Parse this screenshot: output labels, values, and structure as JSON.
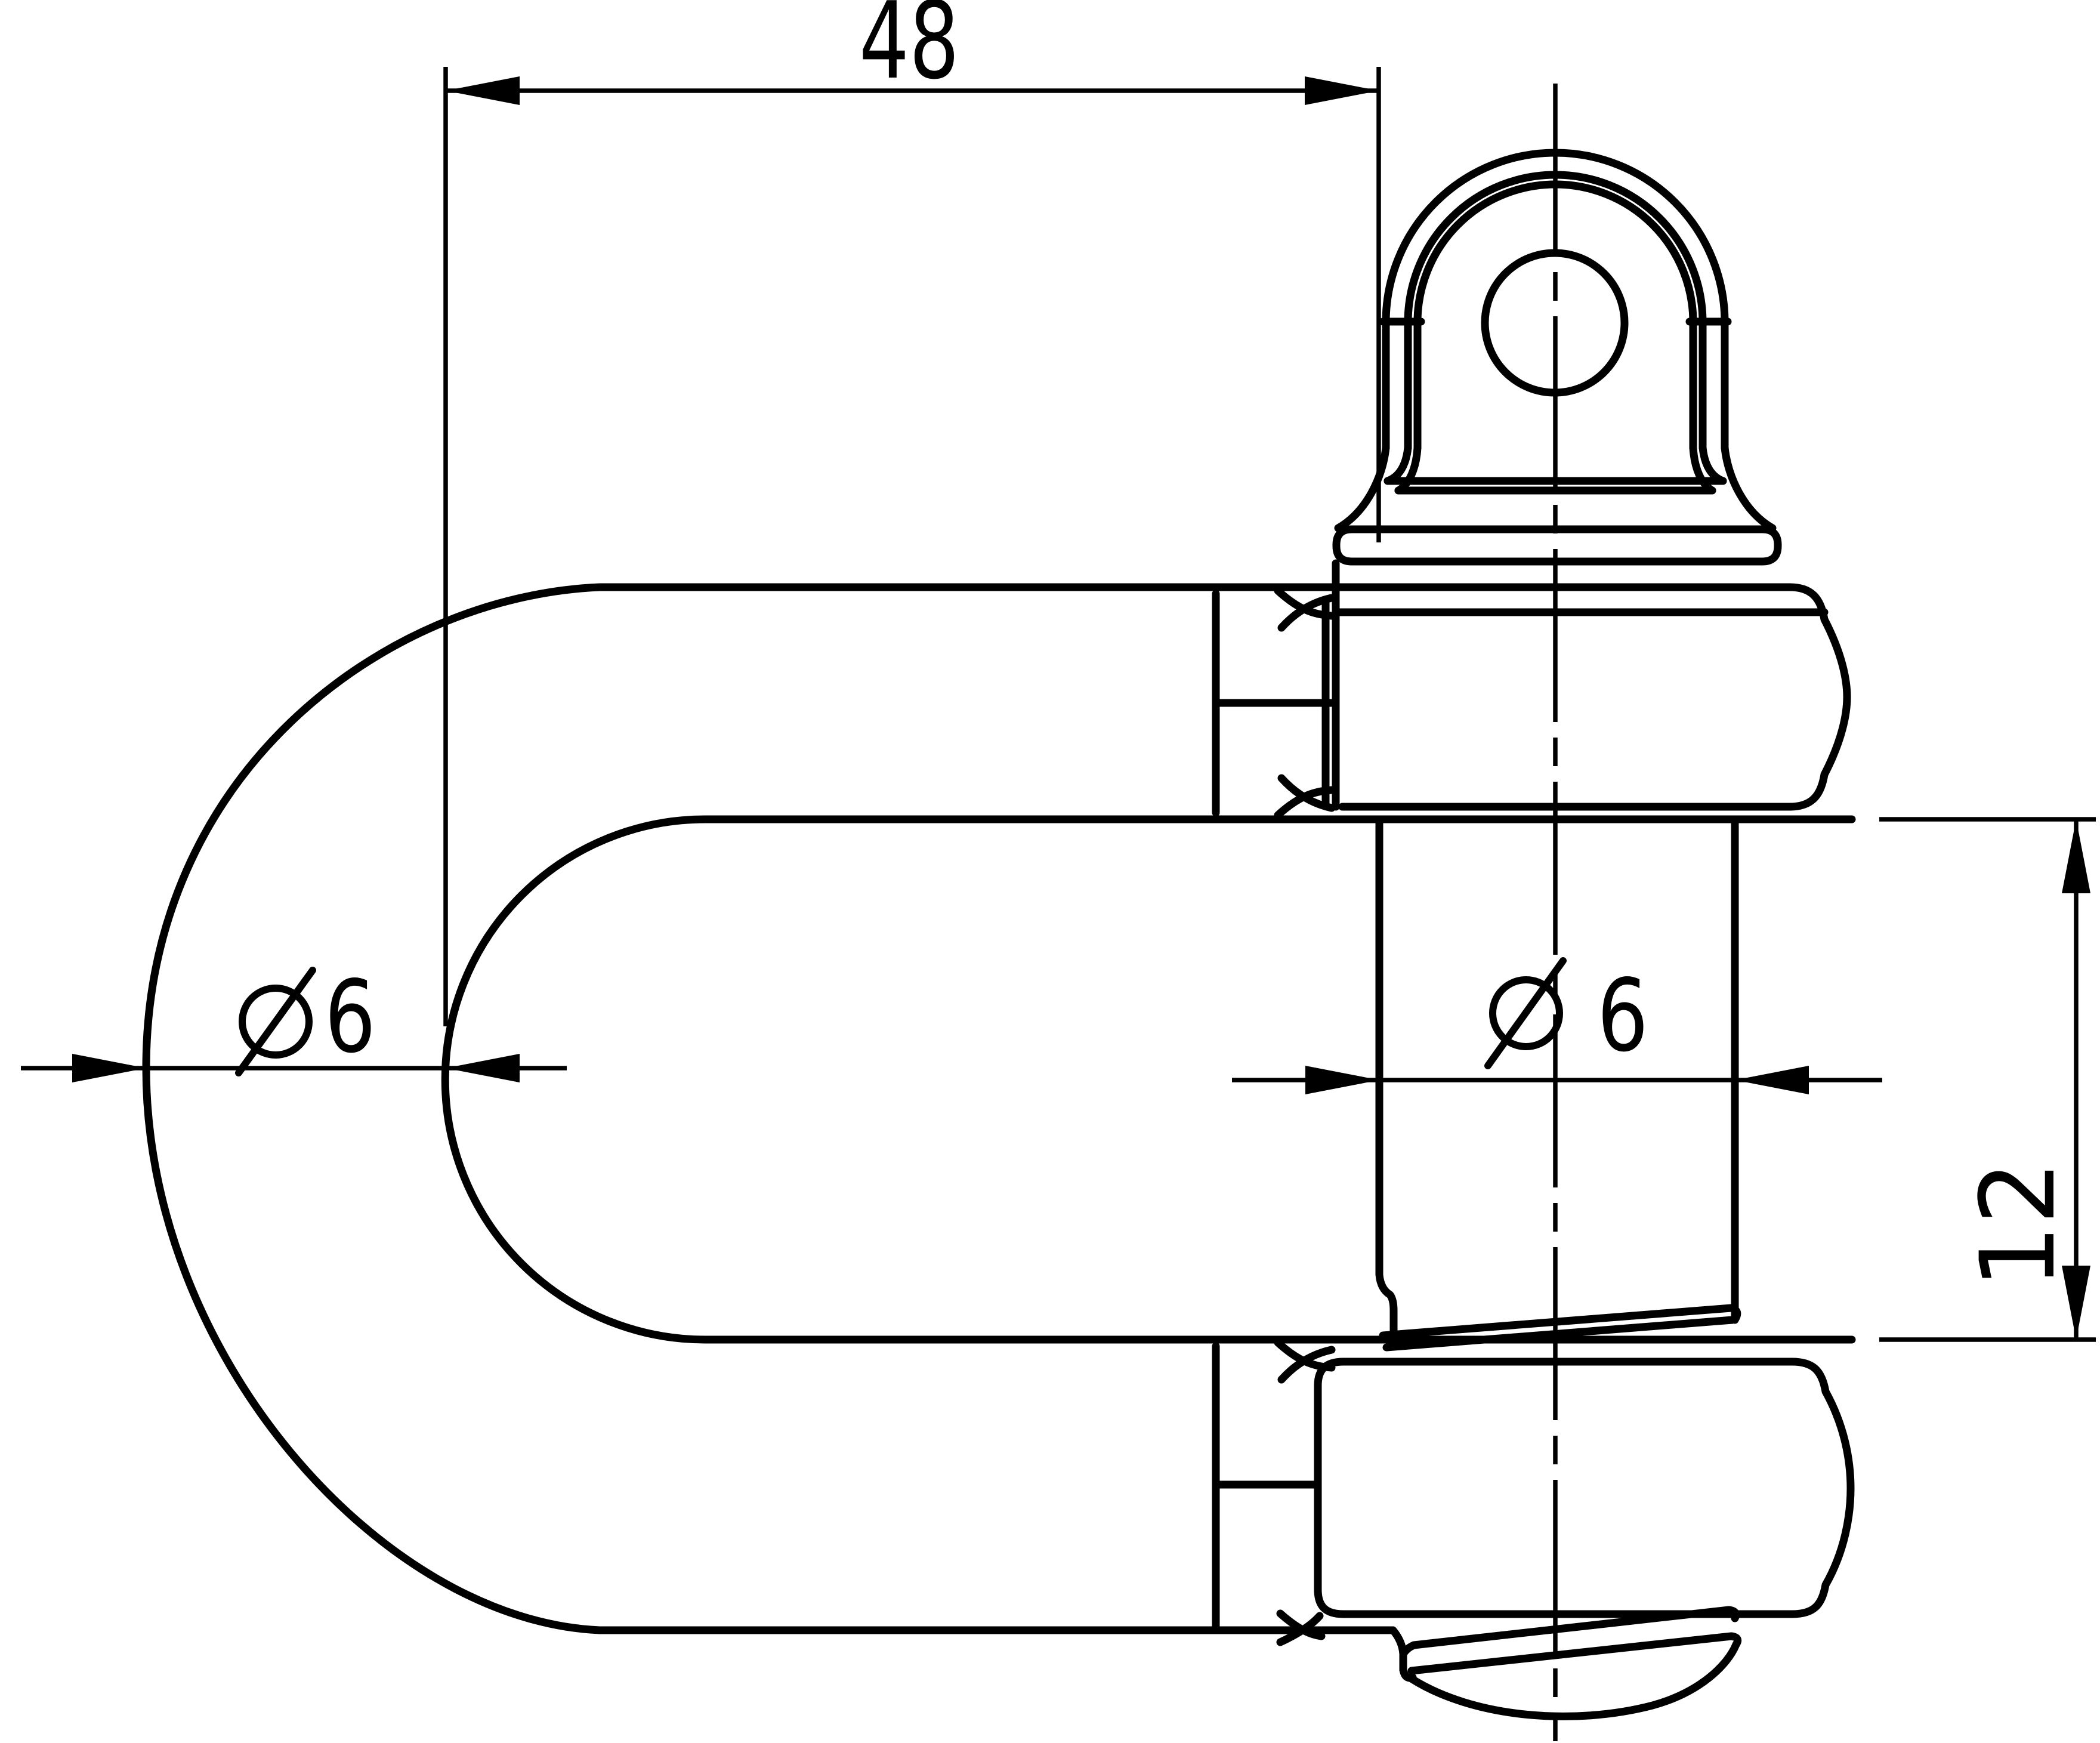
{
  "drawing": {
    "background_color": "#ffffff",
    "line_color": "#000000",
    "dimensions": {
      "inside_length": {
        "value": "48"
      },
      "bow_diameter": {
        "symbol": "diameter-sign",
        "value": "6"
      },
      "pin_diameter": {
        "symbol": "diameter-sign",
        "value": "6"
      },
      "inside_width": {
        "value": "12"
      }
    }
  }
}
